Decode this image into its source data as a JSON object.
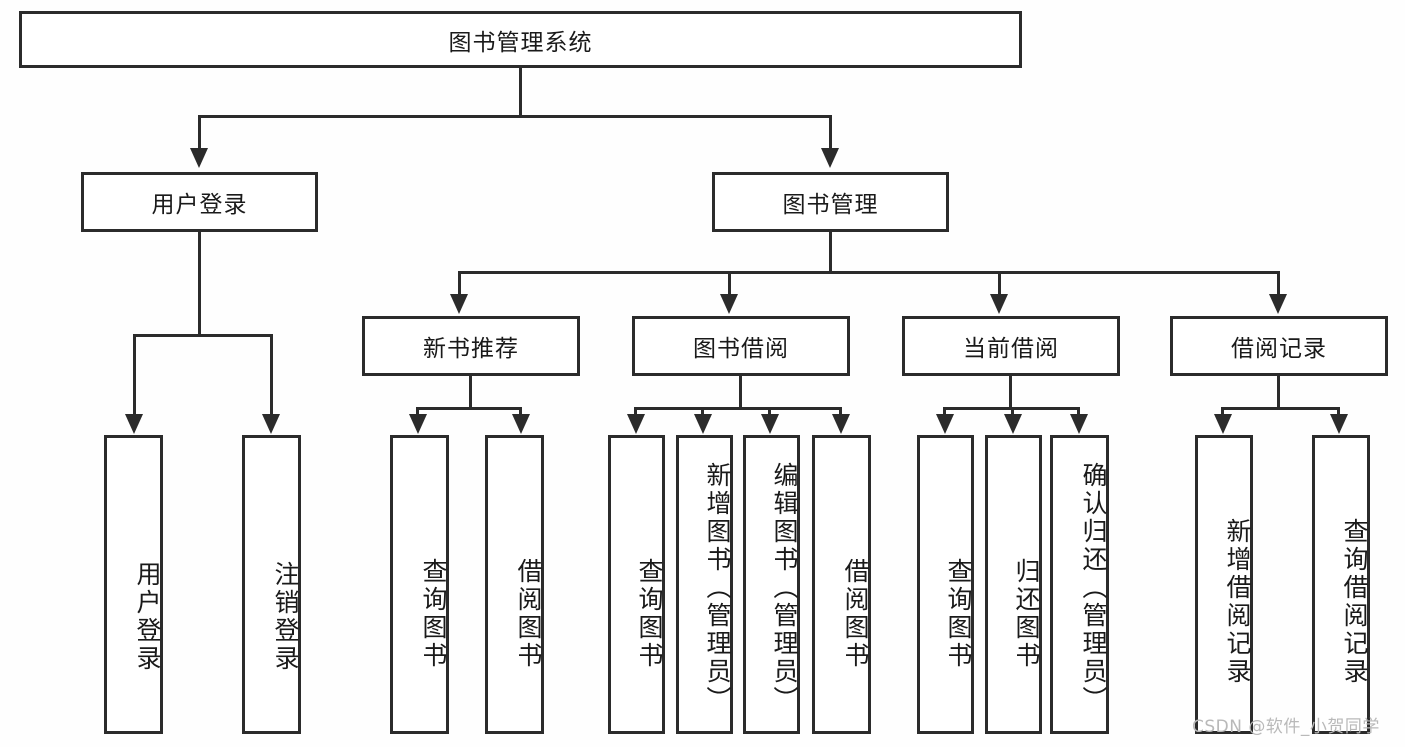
{
  "diagram": {
    "title": "图书管理系统",
    "type": "hierarchy-tree",
    "root": {
      "label": "图书管理系统"
    },
    "level2": [
      {
        "label": "用户登录"
      },
      {
        "label": "图书管理"
      }
    ],
    "level3": [
      {
        "label": "新书推荐",
        "parent": "图书管理"
      },
      {
        "label": "图书借阅",
        "parent": "图书管理"
      },
      {
        "label": "当前借阅",
        "parent": "图书管理"
      },
      {
        "label": "借阅记录",
        "parent": "图书管理"
      }
    ],
    "leaves": {
      "user_login": [
        {
          "label": "用户登录"
        },
        {
          "label": "注销登录"
        }
      ],
      "new_book_recommend": [
        {
          "label": "查询图书"
        },
        {
          "label": "借阅图书"
        }
      ],
      "book_borrow": [
        {
          "label": "查询图书"
        },
        {
          "label": "新增图书（管理员）"
        },
        {
          "label": "编辑图书（管理员）"
        },
        {
          "label": "借阅图书"
        }
      ],
      "current_borrow": [
        {
          "label": "查询图书"
        },
        {
          "label": "归还图书"
        },
        {
          "label": "确认归还（管理员）"
        }
      ],
      "borrow_record": [
        {
          "label": "新增借阅记录"
        },
        {
          "label": "查询借阅记录"
        }
      ]
    }
  },
  "watermark": {
    "text": "CSDN @软件_小贺同学"
  },
  "colors": {
    "line": "#2b2b2b",
    "box_fill": "#ffffff",
    "background": "#fefefe",
    "watermark": "#b9b9b9"
  }
}
